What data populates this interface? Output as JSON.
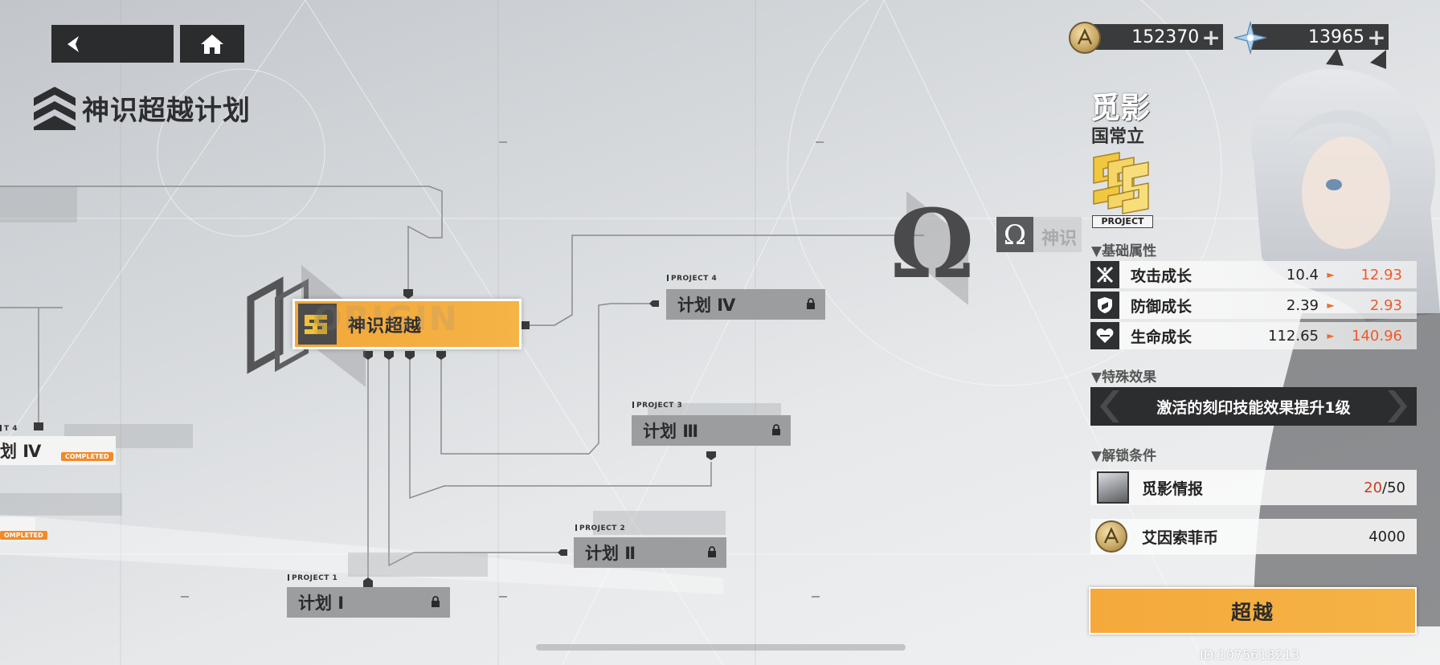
{
  "nav": {
    "back_icon": "back-arrow-icon",
    "home_icon": "home-icon"
  },
  "page_title": "神识超越计划",
  "currencies": [
    {
      "icon": "aeinsophy-coin-icon",
      "amount": "152370",
      "add": "+"
    },
    {
      "icon": "crystal-icon",
      "amount": "13965",
      "add": "+"
    }
  ],
  "tree": {
    "current_node": {
      "label": "神识超越",
      "ghost_text": "ORIGIN"
    },
    "projects": [
      {
        "tag": "PROJECT 1",
        "label": "计划 Ⅰ",
        "locked": true
      },
      {
        "tag": "PROJECT 2",
        "label": "计划 Ⅱ",
        "locked": true
      },
      {
        "tag": "PROJECT 3",
        "label": "计划 Ⅲ",
        "locked": true
      },
      {
        "tag": "PROJECT 4",
        "label": "计划 Ⅳ",
        "locked": true
      }
    ],
    "left_partial": {
      "label": "划 Ⅳ",
      "tag": "T 4",
      "badge": "COMPLETED",
      "badge2": "OMPLETED"
    },
    "omega_node": {
      "ghost_label": "神识"
    }
  },
  "character": {
    "name": "觅影",
    "subtitle": "国常立",
    "rank_label": "PROJECT"
  },
  "sections": {
    "base_attr": "▼基础属性",
    "special": "▼特殊效果",
    "unlock": "▼解锁条件"
  },
  "stats": [
    {
      "icon": "attack-icon",
      "name": "攻击成长",
      "old": "10.4",
      "arrow": "►",
      "new": "12.93"
    },
    {
      "icon": "defense-icon",
      "name": "防御成长",
      "old": "2.39",
      "arrow": "►",
      "new": "2.93"
    },
    {
      "icon": "heart-icon",
      "name": "生命成长",
      "old": "112.65",
      "arrow": "►",
      "new": "140.96"
    }
  ],
  "special_effect": "激活的刻印技能效果提升1级",
  "requirements": [
    {
      "icon": "character-portrait-icon",
      "name": "觅影情报",
      "current": "20",
      "total": "/50"
    },
    {
      "icon": "aeinsophy-coin-icon",
      "name": "艾因索菲币",
      "count": "4000"
    }
  ],
  "action_button": "超越",
  "uid": "ID:1075618213",
  "colors": {
    "accent": "#f5ad3f",
    "dark": "#2c2d2f",
    "increase": "#ef5a2a"
  }
}
